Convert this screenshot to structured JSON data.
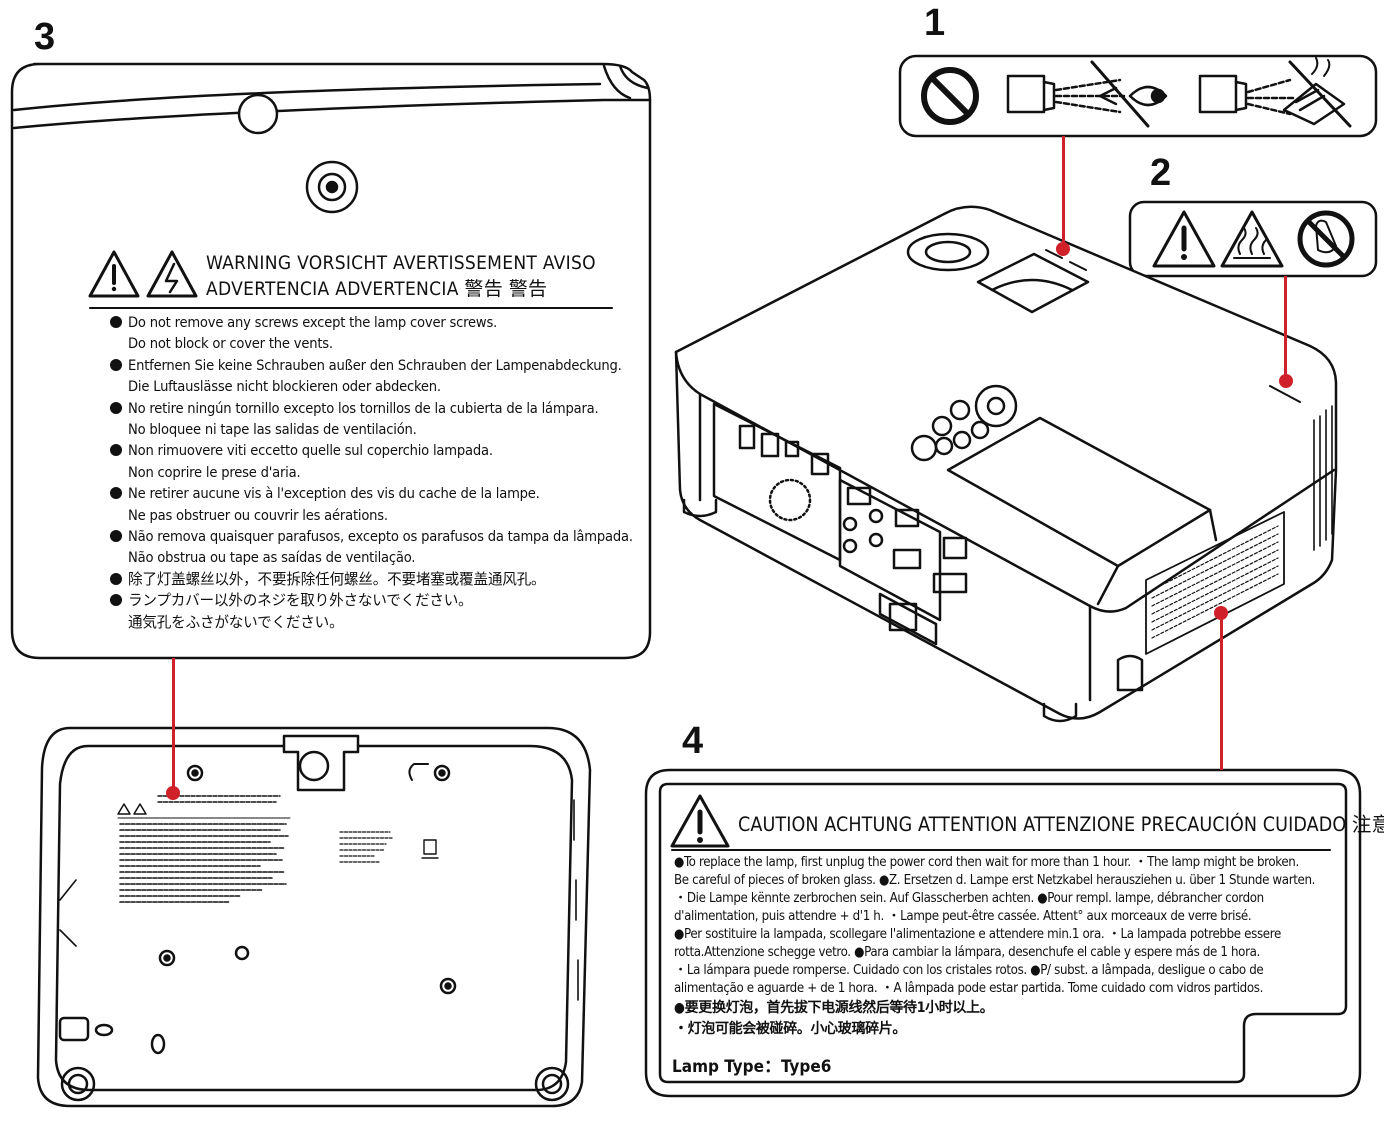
{
  "callouts": {
    "n1": "1",
    "n2": "2",
    "n3": "3",
    "n4": "4"
  },
  "label3": {
    "heading_line1": "WARNING VORSICHT AVERTISSEMENT AVISO",
    "heading_line2": "ADVERTENCIA  ADVERTENCIA  警告  警告",
    "items": [
      {
        "line1": "Do not remove any screws except the lamp cover screws.",
        "line2": "Do not block or cover the vents."
      },
      {
        "line1": "Entfernen Sie keine Schrauben außer den Schrauben der Lampenabdeckung.",
        "line2": "Die Luftauslässe nicht blockieren oder abdecken."
      },
      {
        "line1": "No retire ningún tornillo excepto los tornillos de la cubierta de la lámpara.",
        "line2": "No bloquee ni tape las salidas de ventilación."
      },
      {
        "line1": "Non rimuovere viti eccetto quelle sul coperchio lampada.",
        "line2": "Non coprire le prese d'aria."
      },
      {
        "line1": "Ne retirer aucune vis à l'exception des vis du cache de la lampe.",
        "line2": "Ne pas obstruer ou couvrir les aérations."
      },
      {
        "line1": "Não remova quaisquer parafusos, excepto os parafusos da tampa da lâmpada.",
        "line2": "Não obstrua ou tape as saídas de ventilação."
      },
      {
        "line1": "除了灯盖螺丝以外，不要拆除任何螺丝。不要堵塞或覆盖通风孔。",
        "line2": ""
      },
      {
        "line1": "ランプカバー以外のネジを取り外さないでください。",
        "line2": "通気孔をふさがないでください。"
      }
    ]
  },
  "label4": {
    "heading": "CAUTION  ACHTUNG  ATTENTION  ATTENZIONE  PRECAUCIÓN  CUIDADO  注意",
    "lines": [
      "●To replace the lamp, first unplug the power cord then wait for more than 1 hour. ・The lamp might be broken.",
      "Be careful of pieces of broken glass. ●Z. Ersetzen d. Lampe erst Netzkabel herausziehen u. über 1 Stunde warten.",
      "・Die Lampe kёnnte zerbrochen sein. Auf Glasscherben achten. ●Pour rempl. lampe, débrancher cordon",
      "d'alimentation, puis attendre + d'1 h. ・Lampe peut-être cassée. Attent° aux morceaux de verre brisé.",
      "●Per sostituire la lampada, scollegare l'alimentazione e attendere min.1 ora. ・La lampada potrebbe essere",
      "rotta.Attenzione schegge vetro. ●Para cambiar la lámpara, desenchufe el cable y espere más de 1 hora.",
      "・La lámpara puede romperse. Cuidado con los cristales rotos. ●P/ subst. a lâmpada, desligue o cabo de",
      "alimentação e aguarde + de 1 hora. ・A lâmpada pode estar partida. Tome cuidado com vidros partidos.",
      "●要更换灯泡，首先拔下电源线然后等待1小时以上。",
      "・灯泡可能会被碰碎。小心玻璃碎片。"
    ],
    "lamp_type": "Lamp Type：Type6"
  },
  "colors": {
    "leader": "#d0202a",
    "outline": "#111111"
  }
}
